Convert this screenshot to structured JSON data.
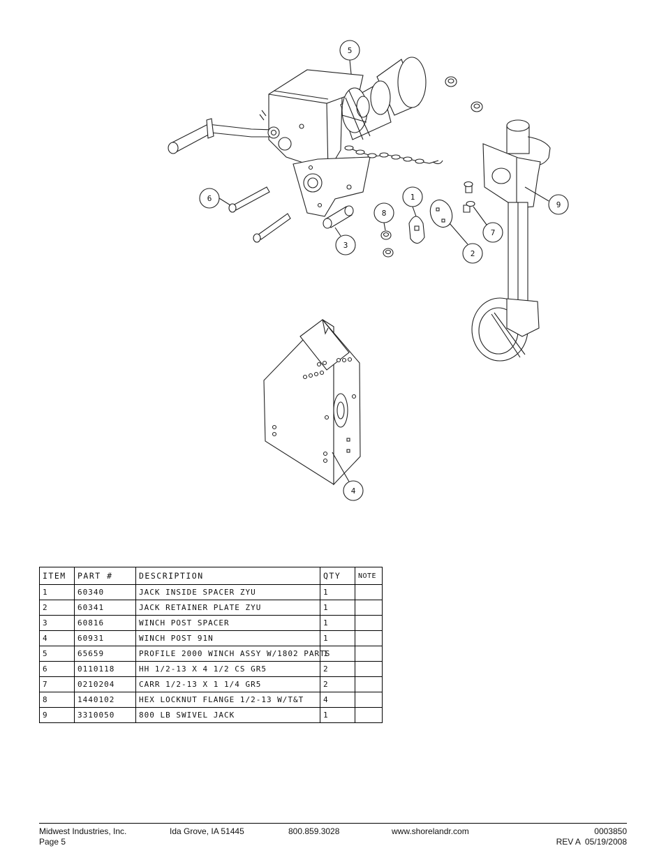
{
  "callouts": [
    "1",
    "2",
    "3",
    "4",
    "5",
    "6",
    "7",
    "8",
    "9"
  ],
  "table": {
    "headers": [
      "ITEM",
      "PART #",
      "DESCRIPTION",
      "QTY",
      "NOTE"
    ],
    "rows": [
      {
        "item": "1",
        "part": "60340",
        "description": "JACK INSIDE SPACER ZYU",
        "qty": "1",
        "note": ""
      },
      {
        "item": "2",
        "part": "60341",
        "description": "JACK RETAINER PLATE ZYU",
        "qty": "1",
        "note": ""
      },
      {
        "item": "3",
        "part": "60816",
        "description": "WINCH POST SPACER",
        "qty": "1",
        "note": ""
      },
      {
        "item": "4",
        "part": "60931",
        "description": "WINCH POST 91N",
        "qty": "1",
        "note": ""
      },
      {
        "item": "5",
        "part": "65659",
        "description": "PROFILE 2000 WINCH ASSY W/1802 PARTS",
        "qty": "1",
        "note": ""
      },
      {
        "item": "6",
        "part": "0110118",
        "description": "HH 1/2-13 X 4 1/2 CS GR5",
        "qty": "2",
        "note": ""
      },
      {
        "item": "7",
        "part": "0210204",
        "description": "CARR 1/2-13 X 1 1/4 GR5",
        "qty": "2",
        "note": ""
      },
      {
        "item": "8",
        "part": "1440102",
        "description": "HEX LOCKNUT FLANGE 1/2-13 W/T&T",
        "qty": "4",
        "note": ""
      },
      {
        "item": "9",
        "part": "3310050",
        "description": "800 LB SWIVEL JACK",
        "qty": "1",
        "note": ""
      }
    ]
  },
  "footer": {
    "company": "Midwest Industries, Inc.",
    "page": "Page 5",
    "city": "Ida Grove, IA 51445",
    "phone": "800.859.3028",
    "website": "www.shorelandr.com",
    "doc_number": "0003850",
    "revision": "REV A  05/19/2008"
  }
}
